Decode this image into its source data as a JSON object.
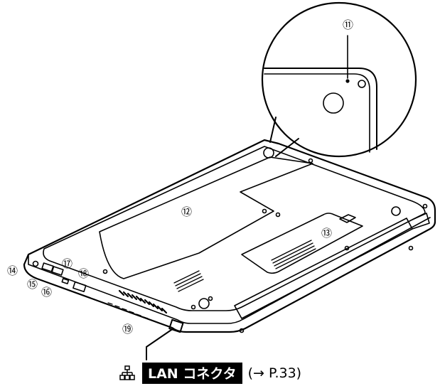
{
  "callouts": {
    "c11": "⑪",
    "c12": "⑫",
    "c13": "⑬",
    "c14": "⑭",
    "c15": "⑮",
    "c16": "⑯",
    "c17": "⑰",
    "c18": "⑱",
    "c19": "⑲"
  },
  "caption": {
    "icon": "lan-port-icon",
    "label": "LAN コネクタ",
    "reference": "(→ P.33)"
  },
  "colors": {
    "line": "#000000",
    "badge_bg": "#000000",
    "badge_text": "#ffffff"
  }
}
